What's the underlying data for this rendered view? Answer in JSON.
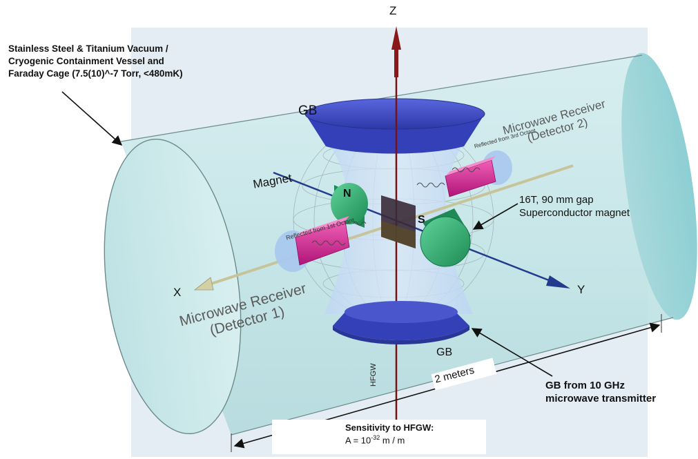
{
  "labels": {
    "vessel": "Stainless Steel & Titanium Vacuum /\nCryogenic Containment Vessel  and\nFaraday Cage (7.5(10)^-7 Torr, <480mK)",
    "axis_z": "Z",
    "axis_x": "X",
    "axis_y": "Y",
    "gb_top": "GB",
    "gb_bottom": "GB",
    "magnet": "Magnet",
    "north_pole": "N",
    "south_pole": "S",
    "superconductor_magnet": "16T, 90 mm gap\nSuperconductor magnet",
    "receiver_1": "Microwave Receiver\n(Detector 1)",
    "receiver_2": "Microwave Receiver\n(Detector 2)",
    "reflected_1": "Reflected from 1st Octant",
    "reflected_3": "Reflected from 3rd Octant",
    "hfgw_axis": "HFGW",
    "length": "2 meters",
    "gb_source": "GB from 10 GHz\nmicrowave transmitter",
    "sensitivity_title": "Sensitivity to HFGW:",
    "sensitivity_formula_prefix": "A = 10",
    "sensitivity_exponent": "-32",
    "sensitivity_formula_suffix": " m / m"
  },
  "colors": {
    "vessel_fill": "#c9e8ea",
    "backdrop": "#e4eef4",
    "gaussian_beam_disk": "#3b48c8",
    "magnet_pole": "#2fa86a",
    "receiver_body": "#d4228f",
    "z_axis": "#7a1010",
    "y_axis": "#233b8c",
    "x_axis": "#c8c49a"
  },
  "icons": {
    "arrow": "arrow-icon"
  }
}
